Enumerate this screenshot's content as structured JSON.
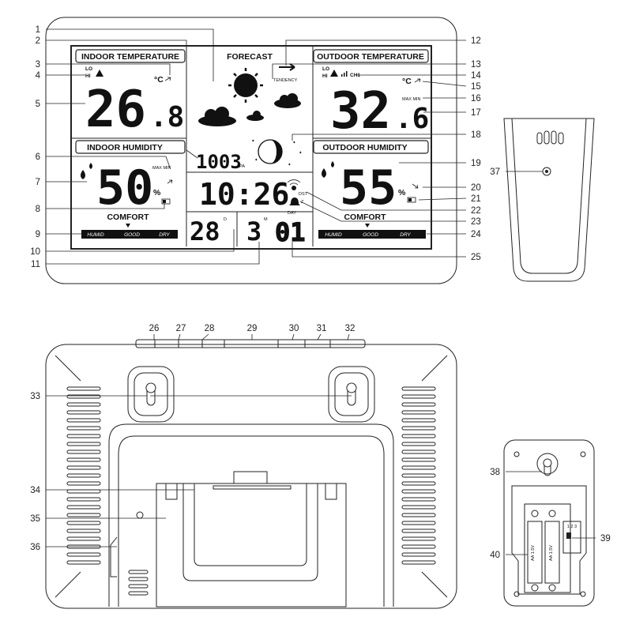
{
  "front": {
    "indoor_temp_title": "INDOOR TEMPERATURE",
    "forecast_title": "FORECAST",
    "outdoor_temp_title": "OUTDOOR TEMPERATURE",
    "indoor_hum_title": "INDOOR HUMIDITY",
    "outdoor_hum_title": "OUTDOOR HUMIDITY",
    "lo": "LO",
    "hi": "HI",
    "unit_c": "°C",
    "indoor_temp_main": "26",
    "indoor_temp_dec": ".8",
    "outdoor_temp_main": "32",
    "outdoor_temp_dec": ".6",
    "max_min": "MAX MIN",
    "max_min_out": "MAX MIN",
    "tendency": "TENDENCY",
    "channel": "CH1",
    "pressure": "1003",
    "pressure_unit": "hPA",
    "indoor_hum": "50",
    "outdoor_hum": "55",
    "percent": "%",
    "time": "10:26",
    "dst": "DST",
    "alarm_z": "Z",
    "comfort": "COMFORT",
    "comfort_bar": [
      "HUMID",
      "GOOD",
      "DRY"
    ],
    "moon_temp": "28",
    "moon_deg": "D",
    "month": "3",
    "month_label": "M",
    "day": "01",
    "day_label": "DAY"
  },
  "callouts": [
    "1",
    "2",
    "3",
    "4",
    "5",
    "6",
    "7",
    "8",
    "9",
    "10",
    "11",
    "12",
    "13",
    "14",
    "15",
    "16",
    "17",
    "18",
    "19",
    "20",
    "21",
    "22",
    "23",
    "24",
    "25",
    "26",
    "27",
    "28",
    "29",
    "30",
    "31",
    "32",
    "33",
    "34",
    "35",
    "36",
    "37",
    "38",
    "39",
    "40"
  ],
  "back": {
    "battery_label_1": "AA 1.5V",
    "battery_label_2": "AA 1.5V",
    "switch_label": "1 2 3"
  }
}
